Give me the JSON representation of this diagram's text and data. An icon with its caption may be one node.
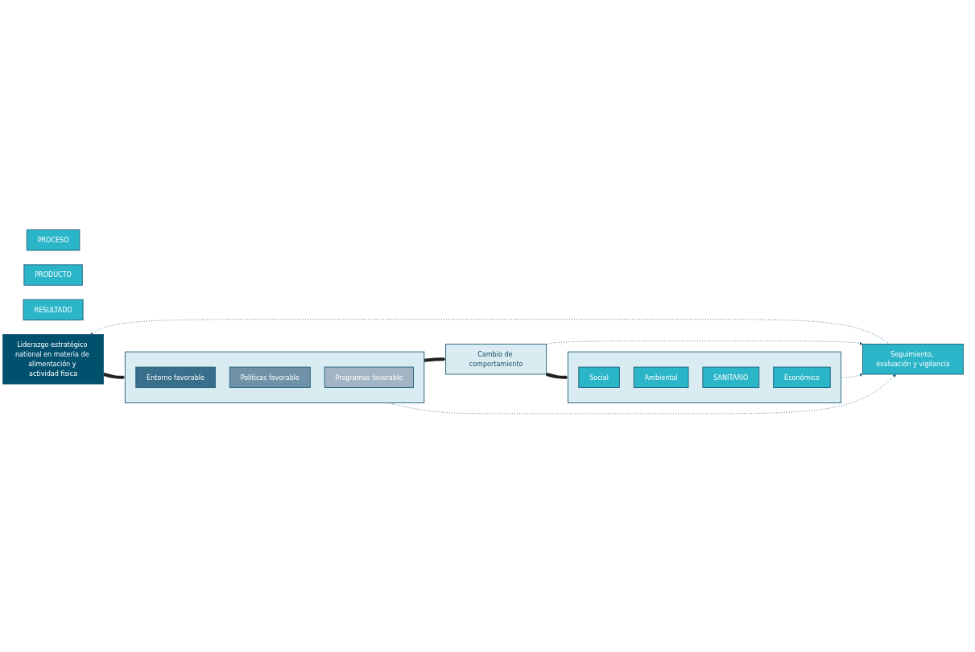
{
  "diagram": {
    "nodes": [
      {
        "text": [
          "PROCESO"
        ]
      },
      {
        "text": [
          "PRODUCTO"
        ]
      },
      {
        "text": [
          "RESULTADO"
        ]
      },
      {
        "text": [
          "Liderazgo estratégico national en materia de alimentación y actividad fisica"
        ]
      },
      {
        "text": [],
        "shape": "box"
      },
      {
        "text": [
          "Entorno favorable"
        ],
        "in": 4
      },
      {
        "text": [
          "Politicas favorable"
        ],
        "in": 4
      },
      {
        "text": [
          "Programas favorable"
        ],
        "in": 4
      },
      {
        "text": [
          "Cambio de comportamiento"
        ]
      },
      {
        "text": [],
        "shape": "box"
      },
      {
        "text": [
          "Social"
        ],
        "in": 9
      },
      {
        "text": [
          "Ambiental"
        ],
        "in": 9
      },
      {
        "text": [
          "SANITARIO"
        ],
        "in": 9
      },
      {
        "text": [
          "Económico"
        ],
        "in": 9
      },
      {
        "text": [
          "Seguimiento, evaluación y vigilancia"
        ]
      }
    ],
    "edges": [
      {
        "from": 3,
        "to": 4,
        "arrow": "to",
        "style": "thick",
        "color": "#231f20"
      },
      {
        "from": 4,
        "to": 8,
        "arrow": "to",
        "style": "thick",
        "color": "#231f20"
      },
      {
        "from": 8,
        "to": 9,
        "arrow": "to",
        "style": "thick",
        "color": "#231f20"
      },
      {
        "from": 4,
        "to": 14,
        "arrow": "to",
        "style": "dashed"
      },
      {
        "from": 8,
        "to": 14,
        "arrow": "to",
        "style": "dashed"
      },
      {
        "from": 9,
        "to": 14,
        "arrow": "to",
        "style": "dashed"
      },
      {
        "from": 14,
        "to": 3,
        "arrow": "to",
        "style": "dashed"
      }
    ]
  }
}
